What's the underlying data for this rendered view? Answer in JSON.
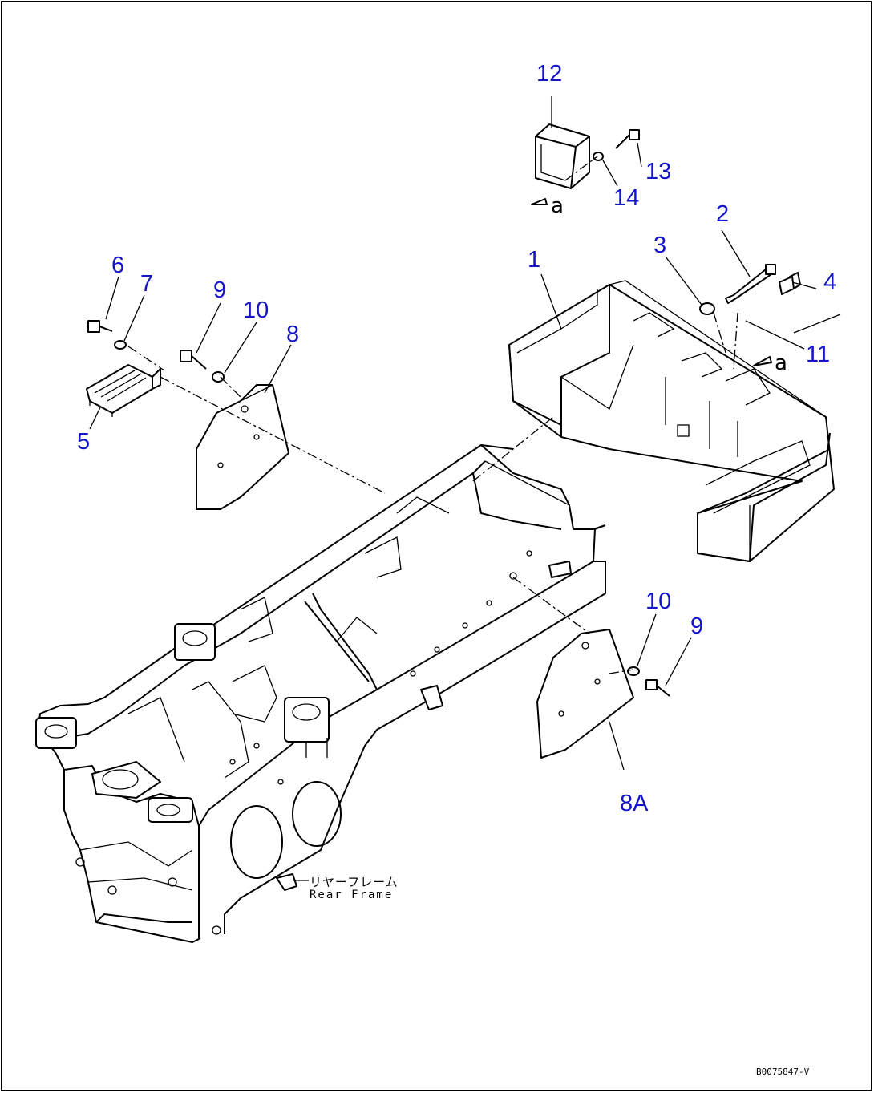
{
  "callouts": {
    "c1": "1",
    "c2": "2",
    "c3": "3",
    "c4": "4",
    "c5": "5",
    "c6": "6",
    "c7": "7",
    "c8": "8",
    "c8a": "8A",
    "c9_top": "9",
    "c9_bottom": "9",
    "c10_top": "10",
    "c10_bottom": "10",
    "c11": "11",
    "c12": "12",
    "c13": "13",
    "c14": "14"
  },
  "refs": {
    "a_top": "a",
    "a_right": "a"
  },
  "frame_label": {
    "japanese": "リヤーフレーム",
    "english": "Rear Frame"
  },
  "drawing_code": "B0075847-V",
  "colors": {
    "callout": "#1515c8",
    "line": "#000000",
    "background": "#ffffff"
  }
}
